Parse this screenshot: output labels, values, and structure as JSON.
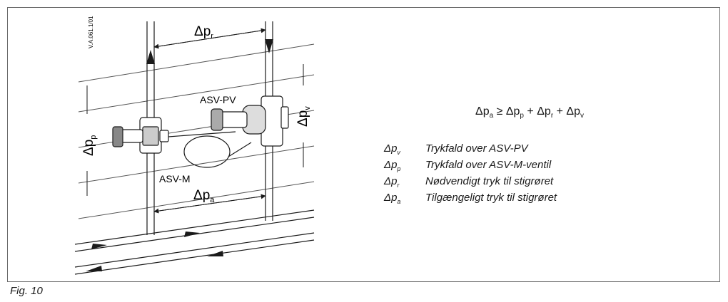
{
  "figure": {
    "caption": "Fig. 10",
    "drawing_code": "V.A.061.1/01"
  },
  "labels": {
    "asv_pv": "ASV-PV",
    "asv_m": "ASV-M",
    "delta": "Δp",
    "sub_r": "r",
    "sub_v": "v",
    "sub_p": "p",
    "sub_a": "a"
  },
  "formula": {
    "lhs": "Δp",
    "lhs_sub": "a",
    "op_ge": " ≥ ",
    "t1": "Δp",
    "t1_sub": "p",
    "op1": " + ",
    "t2": "Δp",
    "t2_sub": "r",
    "op2": " + ",
    "t3": "Δp",
    "t3_sub": "v"
  },
  "legend": [
    {
      "symbol": "Δp",
      "sub": "v",
      "text": "Trykfald over ASV-PV"
    },
    {
      "symbol": "Δp",
      "sub": "p",
      "text": "Trykfald over ASV-M-ventil"
    },
    {
      "symbol": "Δp",
      "sub": "r",
      "text": "Nødvendigt tryk til stigrøret"
    },
    {
      "symbol": "Δp",
      "sub": "a",
      "text": "Tilgængeligt tryk til stigrøret"
    }
  ]
}
